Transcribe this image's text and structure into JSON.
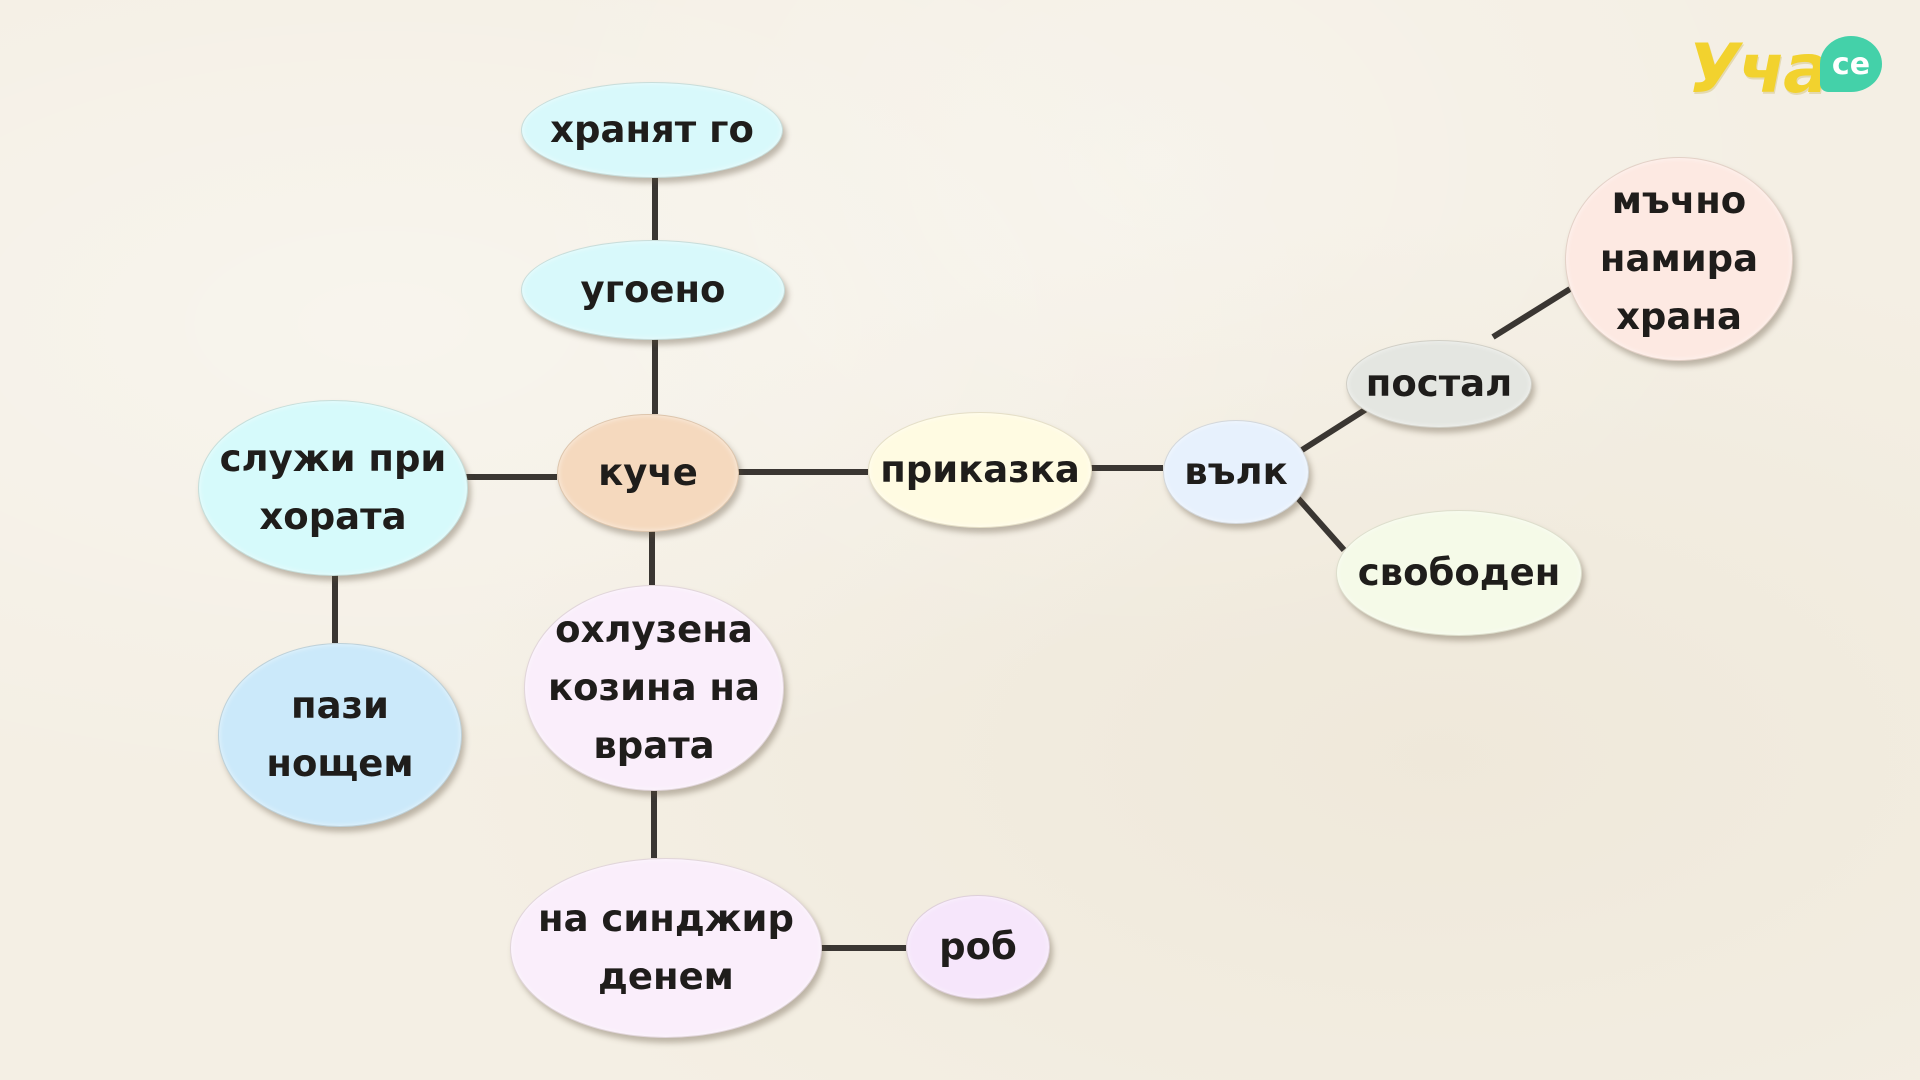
{
  "brand": {
    "logo_text": "Уча",
    "logo_badge": "се",
    "logo_color": "#f2d22e",
    "badge_color": "#44d1a9"
  },
  "nodes": {
    "kuche": "куче",
    "ugoeno": "угоено",
    "hranyat_go": "хранят го",
    "sluzhi": "служи при\nхората",
    "pazi": "пази\nнощем",
    "ohluzena": "охлузена\nкозина на\nврата",
    "na_sindzhir": "на синджир\nденем",
    "rob": "роб",
    "prikazka": "приказка",
    "valk": "вълк",
    "postal": "постал",
    "machno": "мъчно\nнамира\nхрана",
    "svoboden": "свободен"
  },
  "colors": {
    "kuche": "#f5d9be",
    "ugoeno": "#d8f9fb",
    "hranyat_go": "#d8f9fb",
    "sluzhi": "#d6fafb",
    "pazi": "#cbe9fa",
    "ohluzena": "#faeefb",
    "na_sindzhir": "#faeefb",
    "rob": "#f6e6fb",
    "prikazka": "#fffbe2",
    "valk": "#e7f1fd",
    "postal": "#e4e6e1",
    "machno": "#fde9e2",
    "svoboden": "#f5fae8"
  }
}
